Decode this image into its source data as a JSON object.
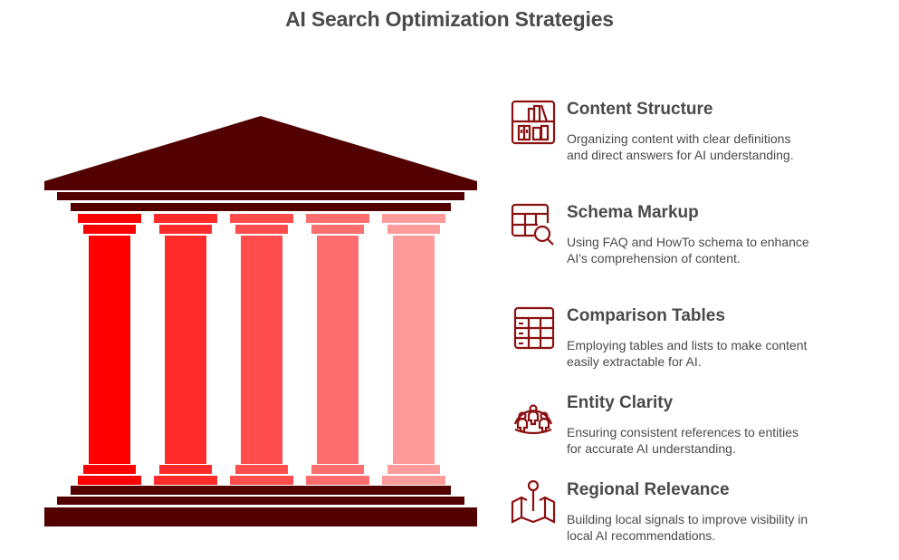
{
  "title": "AI Search Optimization Strategies",
  "colors": {
    "roof": "#520000",
    "icon": "#8b1010",
    "text": "#4a4a4a",
    "columns": [
      "#ff0000",
      "#ff2b2b",
      "#ff4c4c",
      "#ff6e6e",
      "#ff9b9b"
    ]
  },
  "temple": {
    "columns_count": 5
  },
  "strategies": [
    {
      "title": "Content Structure",
      "description": "Organizing content with clear definitions and direct answers for AI understanding.",
      "icon": "bookshelf-icon"
    },
    {
      "title": "Schema Markup",
      "description": "Using FAQ and HowTo schema to enhance AI's comprehension of content.",
      "icon": "table-search-icon"
    },
    {
      "title": "Comparison Tables",
      "description": "Employing tables and lists to make content easily extractable for AI.",
      "icon": "table-list-icon"
    },
    {
      "title": "Entity Clarity",
      "description": "Ensuring consistent references to entities for accurate AI understanding.",
      "icon": "people-group-icon"
    },
    {
      "title": "Regional Relevance",
      "description": "Building local signals to improve visibility in local AI recommendations.",
      "icon": "map-pin-icon"
    }
  ]
}
